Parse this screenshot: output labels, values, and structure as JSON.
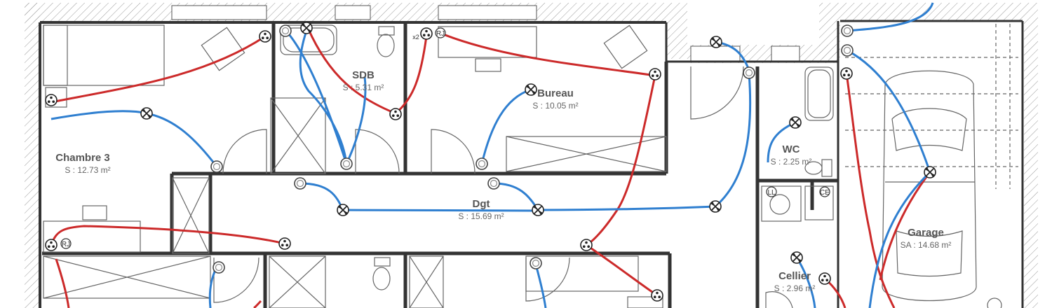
{
  "rooms": {
    "chambre3": {
      "name": "Chambre 3",
      "area": "S : 12.73 m²"
    },
    "sdb": {
      "name": "SDB",
      "area": "S : 5.31 m²"
    },
    "bureau": {
      "name": "Bureau",
      "area": "S : 10.05 m²"
    },
    "dgt": {
      "name": "Dgt",
      "area": "S : 15.69 m²"
    },
    "wc": {
      "name": "WC",
      "area": "S : 2.25 m²"
    },
    "garage": {
      "name": "Garage",
      "area": "SA : 14.68 m²"
    },
    "cellier": {
      "name": "Cellier",
      "area": "S : 2.96 m²"
    }
  },
  "symbols": {
    "rj": "RJ",
    "x2": "x2",
    "ll": "LL",
    "ce": "CE"
  },
  "colors": {
    "power_wire": "#cc2a2a",
    "lighting_wire": "#2f7fd0",
    "wall": "#333333",
    "hatch": "#9a9a9a"
  }
}
